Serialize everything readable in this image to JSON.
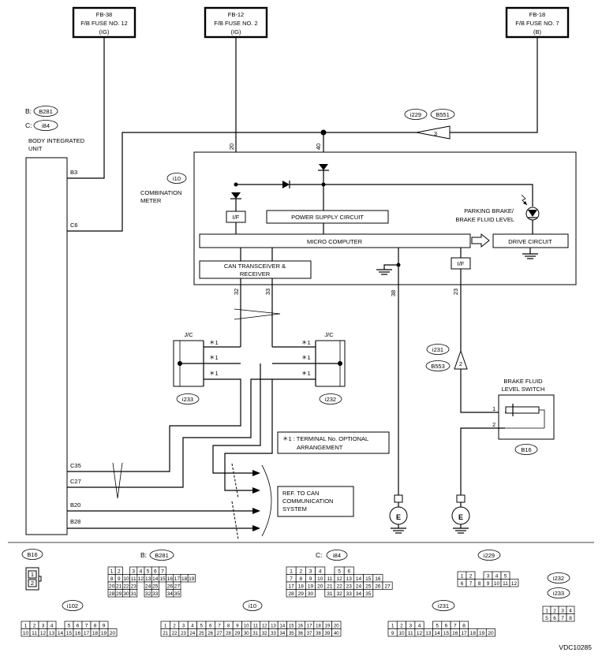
{
  "fuses": [
    {
      "id": "FB-38",
      "line2": "F/B FUSE NO. 12",
      "line3": "(IG)"
    },
    {
      "id": "FB-12",
      "line2": "F/B FUSE NO. 2",
      "line3": "(IG)"
    },
    {
      "id": "FB-18",
      "line2": "F/B FUSE NO. 7",
      "line3": "(B)"
    }
  ],
  "biu": {
    "prefix_b": "B:",
    "conn_b": "B281",
    "prefix_c": "C:",
    "conn_c": "i84",
    "line1": "BODY INTEGRATED",
    "line2": "UNIT",
    "pins": {
      "b3": "B3",
      "c6": "C6",
      "c35": "C35",
      "c27": "C27",
      "b20": "B20",
      "b28": "B28"
    }
  },
  "top_connectors": {
    "i229": "i229",
    "b551": "B551",
    "tri": "3"
  },
  "meter": {
    "conn": "i10",
    "line1": "COMBINATION",
    "line2": "METER",
    "power": "POWER SUPPLY CIRCUIT",
    "micro": "MICRO COMPUTER",
    "can": "CAN TRANSCEIVER &",
    "can2": "RECEIVER",
    "if": "I/F",
    "drive": "DRIVE CIRCUIT",
    "lamp1": "PARKING BRAKE/",
    "lamp2": "BRAKE FLUID LEVEL"
  },
  "wires": {
    "w20": "20",
    "w40": "40",
    "w32": "32",
    "w33": "33",
    "w38": "38",
    "w23": "23"
  },
  "jc": {
    "label": "J/C",
    "star": "＊1",
    "left_conn": "i233",
    "right_conn": "i232"
  },
  "note": {
    "l1": "＊1 : TERMINAL No. OPTIONAL",
    "l2": "ARRANGEMENT"
  },
  "ref": {
    "l1": "REF. TO CAN",
    "l2": "COMMUNICATION",
    "l3": "SYSTEM"
  },
  "switch": {
    "conn_top": "i231",
    "conn_bot": "B553",
    "tri": "2",
    "l1": "BRAKE FLUID",
    "l2": "LEVEL SWITCH",
    "p1": "1",
    "p2": "2",
    "conn": "B16"
  },
  "ground": "E",
  "bottom": {
    "b16": {
      "name": "B16",
      "pins": [
        "1",
        "2"
      ]
    },
    "b281": {
      "prefix": "B:",
      "name": "B281",
      "rows": [
        [
          "1",
          "2",
          "",
          "3",
          "4",
          "5",
          "6",
          "7"
        ],
        [
          "8",
          "9",
          "10",
          "11",
          "12",
          "13",
          "14",
          "15",
          "16",
          "17",
          "18",
          "19"
        ],
        [
          "20",
          "21",
          "22",
          "23",
          "",
          "24",
          "25",
          "",
          "26",
          "27"
        ],
        [
          "28",
          "29",
          "30",
          "31",
          "",
          "32",
          "33",
          "",
          "34",
          "35"
        ]
      ]
    },
    "i84": {
      "prefix": "C:",
      "name": "i84",
      "rows": [
        [
          "1",
          "2",
          "3",
          "4",
          "",
          "5",
          "6"
        ],
        [
          "7",
          "8",
          "9",
          "10",
          "11",
          "12",
          "13",
          "14",
          "15",
          "16"
        ],
        [
          "17",
          "18",
          "19",
          "20",
          "21",
          "22",
          "23",
          "24",
          "25",
          "26",
          "27"
        ],
        [
          "28",
          "29",
          "30",
          "",
          "31",
          "32",
          "33",
          "34",
          "35"
        ]
      ]
    },
    "i229": {
      "name": "i229",
      "rows": [
        [
          "1",
          "2",
          "",
          "3",
          "4",
          "5"
        ],
        [
          "6",
          "7",
          "8",
          "9",
          "10",
          "11",
          "12"
        ]
      ]
    },
    "i232": "i232",
    "i233": "i233",
    "i232pins": [
      [
        "1",
        "2",
        "3",
        "4"
      ],
      [
        "5",
        "6",
        "7",
        "8"
      ]
    ],
    "i102": {
      "name": "i102",
      "rows": [
        [
          "1",
          "2",
          "3",
          "4",
          "",
          "5",
          "6",
          "7",
          "8",
          "9"
        ],
        [
          "10",
          "11",
          "12",
          "13",
          "14",
          "15",
          "16",
          "17",
          "18",
          "19",
          "20"
        ]
      ]
    },
    "i10": {
      "name": "i10",
      "rows": [
        [
          "1",
          "2",
          "3",
          "4",
          "5",
          "6",
          "7",
          "8",
          "9",
          "10",
          "11",
          "12",
          "13",
          "14",
          "15",
          "16",
          "17",
          "18",
          "19",
          "20"
        ],
        [
          "21",
          "22",
          "23",
          "24",
          "25",
          "26",
          "27",
          "28",
          "29",
          "30",
          "31",
          "32",
          "33",
          "34",
          "35",
          "36",
          "37",
          "38",
          "39",
          "40"
        ]
      ]
    },
    "i231": {
      "name": "i231",
      "rows": [
        [
          "1",
          "2",
          "3",
          "4",
          "",
          "5",
          "6",
          "7",
          "8"
        ],
        [
          "9",
          "10",
          "11",
          "12",
          "13",
          "14",
          "15",
          "16",
          "17",
          "18",
          "19",
          "20"
        ]
      ]
    }
  },
  "code": "VDC10285"
}
